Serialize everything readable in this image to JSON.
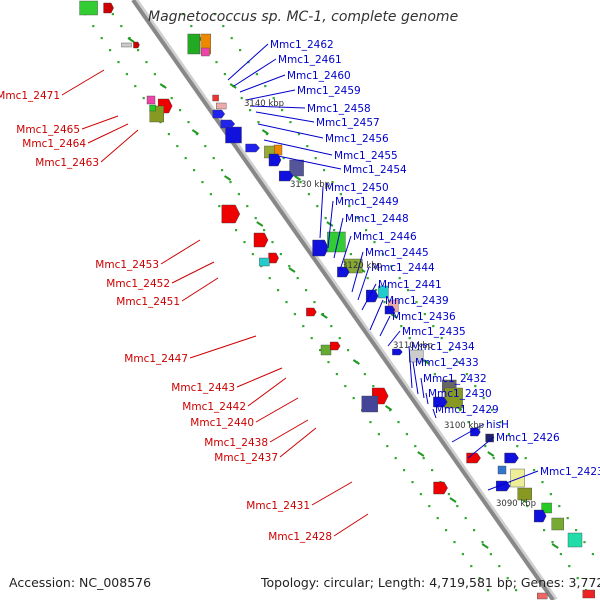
{
  "title": "Magnetococcus sp. MC-1, complete genome",
  "accession": "Accession: NC_008576",
  "topology": "Topology: circular; Length: 4,719,581 bp; Genes: 3,772",
  "colors": {
    "forward_label": "#0000cc",
    "reverse_label": "#cc0000",
    "backbone": "#888888",
    "tick": "#33aa33"
  },
  "scale_labels": [
    "3140 kbp",
    "3130 kbp",
    "3120 kbp",
    "3110 kbp",
    "3100 kbp",
    "3090 kbp"
  ],
  "forward_genes": [
    "Mmc1_2462",
    "Mmc1_2461",
    "Mmc1_2460",
    "Mmc1_2459",
    "Mmc1_2458",
    "Mmc1_2457",
    "Mmc1_2456",
    "Mmc1_2455",
    "Mmc1_2454",
    "Mmc1_2450",
    "Mmc1_2449",
    "Mmc1_2448",
    "Mmc1_2446",
    "Mmc1_2445",
    "Mmc1_2444",
    "Mmc1_2441",
    "Mmc1_2439",
    "Mmc1_2436",
    "Mmc1_2435",
    "Mmc1_2434",
    "Mmc1_2433",
    "Mmc1_2432",
    "Mmc1_2430",
    "Mmc1_2429",
    "hisH",
    "Mmc1_2426",
    "Mmc1_2423"
  ],
  "reverse_genes": [
    "Mmc1_2471",
    "Mmc1_2465",
    "Mmc1_2464",
    "Mmc1_2463",
    "Mmc1_2453",
    "Mmc1_2452",
    "Mmc1_2451",
    "Mmc1_2447",
    "Mmc1_2443",
    "Mmc1_2442",
    "Mmc1_2440",
    "Mmc1_2438",
    "Mmc1_2437",
    "Mmc1_2431",
    "Mmc1_2428"
  ]
}
